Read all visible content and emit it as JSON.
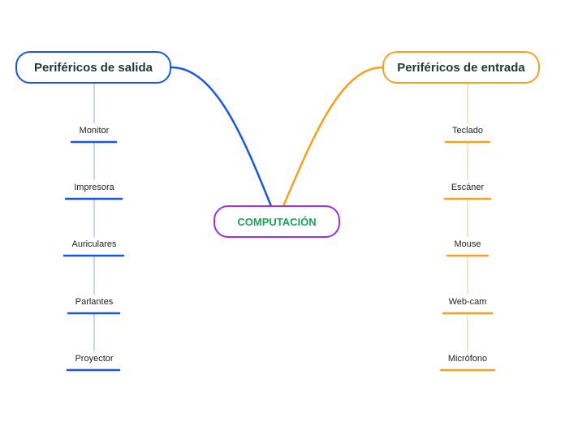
{
  "map": {
    "center": "COMPUTACIÓN",
    "left": {
      "title": "Periféricos de salida",
      "items": [
        "Monitor",
        "Impresora",
        "Auriculares",
        "Parlantes",
        "Proyector"
      ]
    },
    "right": {
      "title": "Periféricos de entrada",
      "items": [
        "Teclado",
        "Escáner",
        "Mouse",
        "Web-cam",
        "Micrófono"
      ]
    }
  },
  "colors": {
    "left_branch": "#1a56e6",
    "right_branch": "#f5a11c",
    "center_border": "#a32ee0",
    "center_text": "#1aa35a",
    "connector_left": "#8fa8e8",
    "connector_right": "#f3c98a"
  }
}
